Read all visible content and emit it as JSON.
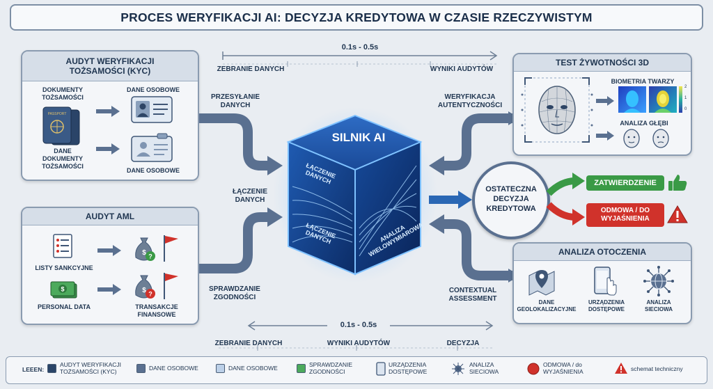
{
  "title": "PROCES WERYFIKACJI AI: DECYZJA KREDYTOWA W CZASIE RZECZYWISTYM",
  "timeline_top": {
    "range": "0.1s - 0.5s",
    "start_label": "ZEBRANIE DANYCH",
    "end_label": "WYNIKI AUDYTÓW"
  },
  "timeline_bottom": {
    "range": "0.1s - 0.5s",
    "label_1": "ZEBRANIE DANYCH",
    "label_2": "WYNIKI AUDYTÓW",
    "label_3": "DECYZJA"
  },
  "kyc": {
    "title": "AUDYT WERYFIKACJI TOŻSAMOŚCI (KYC)",
    "doc_label": "DOKUMENTY TOŻSAMOŚCI",
    "passport_text": "PASSPORT",
    "doc_data_label": "DANE DOKUMENTY TOŻSAMOŚCI",
    "personal_1": "DANE OSOBOWE",
    "personal_2": "DANE OSOBOWE"
  },
  "aml": {
    "title": "AUDYT AML",
    "sanctions": "LISTY SANKCYJNE",
    "personal": "PERSONAL DATA",
    "transactions": "TRANSAKCJE FINANSOWE"
  },
  "flows": {
    "upload": "PRZESYŁANIE DANYCH",
    "merge": "ŁĄCZENIE DANYCH",
    "compliance": "SPRAWDZANIE ZGODNOŚCI",
    "auth": "WERYFIKACJA AUTENTYCZNOŚCI",
    "context": "CONTEXTUAL ASSESSMENT"
  },
  "engine": {
    "title": "SILNIK AI",
    "face_top": "ŁĄCZENIE DANYCH",
    "face_bottom": "ŁĄCZENIE DANYCH",
    "face_right": "ANALIZA WIELOWYMIAROWA"
  },
  "decision": {
    "label": "OSTATECZNA DECYZJA KREDYTOWA",
    "approve": "ZATWIERDZENIE",
    "reject": "ODMOWA / DO WYJAŚNIENIA",
    "approve_color": "#3a9a46",
    "reject_color": "#d0322b"
  },
  "liveness": {
    "title": "TEST ŻYWOTNOŚCI 3D",
    "biometrics": "BIOMETRIA TWARZY",
    "scale": [
      "2",
      "1",
      "0"
    ],
    "depth": "ANALIZA GŁĘBI"
  },
  "environment": {
    "title": "ANALIZA OTOCZENIA",
    "geo": "DANE GEOLOKALIZACYJNE",
    "devices": "URZĄDZENIA DOSTĘPOWE",
    "network": "ANALIZA SIECIOWA"
  },
  "legend": {
    "key": "LEEEN:",
    "item1": "AUDYT WERYFIKACJI TOŻSAMOŚCI (KYC)",
    "item2": "DANE OSOBOWE",
    "item3": "DANE OSOBOWE",
    "item4": "SPRAWDZANIE ZGODNOŚCI",
    "item5": "URZĄDZENIA DOSTĘPOWE",
    "item6": "ANALIZA SIECIOWA",
    "item7": "ODMOWA / do WYJAŚNIENIA",
    "item8": "schemat techniczny"
  }
}
